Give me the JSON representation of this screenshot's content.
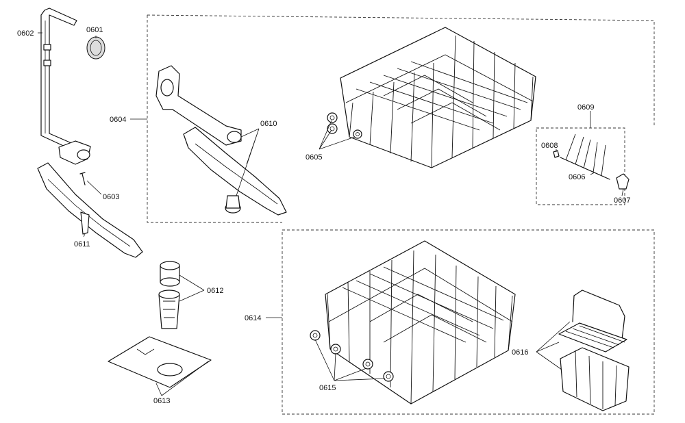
{
  "labels": {
    "p0601": "0601",
    "p0602": "0602",
    "p0603": "0603",
    "p0604": "0604",
    "p0605": "0605",
    "p0606": "0606",
    "p0607": "0607",
    "p0608": "0608",
    "p0609": "0609",
    "p0610": "0610",
    "p0611": "0611",
    "p0612": "0612",
    "p0613": "0613",
    "p0614": "0614",
    "p0615": "0615",
    "p0616": "0616"
  },
  "colors": {
    "line": "#111111",
    "background": "#ffffff"
  }
}
